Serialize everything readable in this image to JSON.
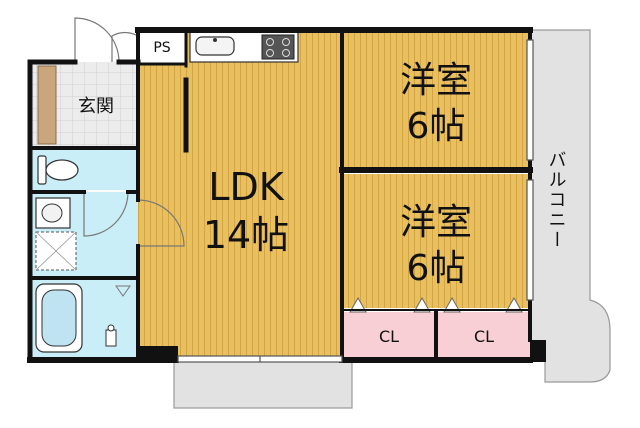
{
  "rooms": {
    "ldk_name": "LDK",
    "ldk_size": "14帖",
    "western1_name": "洋室",
    "western1_size": "6帖",
    "western2_name": "洋室",
    "western2_size": "6帖",
    "entrance": "玄関",
    "ps": "PS",
    "closet1": "CL",
    "closet2": "CL",
    "balcony": "バルコニー"
  },
  "colors": {
    "flooring": "#e8c060",
    "flooring_line": "#d4a444",
    "wet_area": "#c9eef7",
    "closet": "#f7cfd4",
    "balcony": "#e2e2e2",
    "entrance_floor": "#ececec",
    "wall": "#111111"
  }
}
